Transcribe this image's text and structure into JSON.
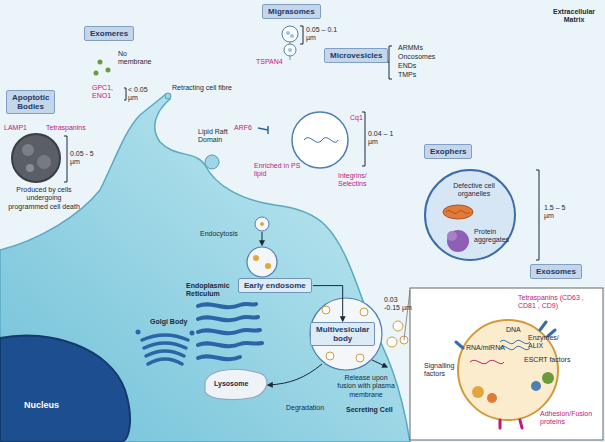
{
  "diagram": {
    "nodes": [
      {
        "text": [
          "Migrasomes"
        ]
      },
      {
        "text": [
          "Exomeres"
        ]
      },
      {
        "text": [
          "Apoptotic Bodies"
        ]
      },
      {
        "text": [
          "Microvesicles"
        ]
      },
      {
        "text": [
          "Exophers"
        ]
      },
      {
        "text": [
          "Early endosome"
        ]
      },
      {
        "text": [
          "Multivesicular body"
        ]
      },
      {
        "text": [
          "Exosomes"
        ]
      }
    ],
    "edges": [
      {
        "from": 5,
        "to": 6,
        "arrow": "to"
      }
    ],
    "labels": [
      "Extracellular Matrix",
      "0.05 – 0.1 µm",
      "TSPAN4",
      "No membrane",
      "GPC1, ENO1",
      "< 0.05 µm",
      "LAMP1",
      "Tetraspanins",
      "0.05 - 5 µm",
      "Produced by cells undergoing programmed cell death",
      "Retracting cell fibre",
      "Lipid Raft Domain",
      "ARMMs",
      "Oncosomes",
      "ENDs",
      "TMPs",
      "ARF6",
      "Cq1",
      "0.04 – 1 µm",
      "Enriched in PS lipid",
      "Integrins/ Selectins",
      "Defective cell organelles",
      "Protein aggregates",
      "1.5 – 5 µm",
      "Endocytosis",
      "Golgi Body",
      "Endoplasmic Reticulum",
      "0.03 -0.15 µm",
      "Release upon fusion with plasma membrane",
      "Lysosome",
      "Degradation",
      "Secreting Cell",
      "Nucleus",
      "Tetraspanins (CD63 , CD81 , CD9)",
      "DNA",
      "RNA/miRNA",
      "Enzymes/ ALIX",
      "ESCRT factors",
      "Signalling factors",
      "Adhesion/Fusion proteins"
    ]
  }
}
